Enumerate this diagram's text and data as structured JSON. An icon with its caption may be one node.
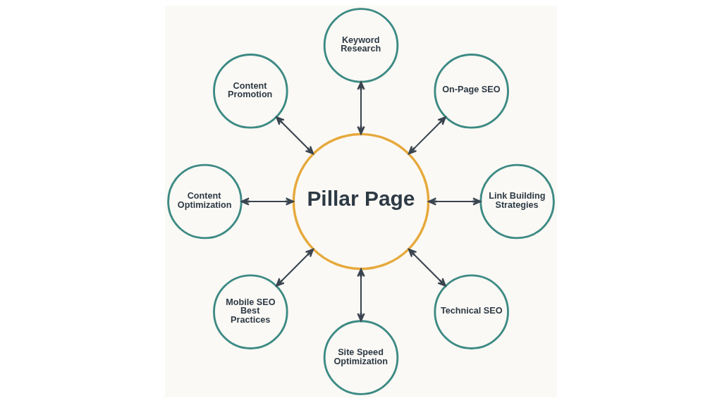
{
  "diagram": {
    "nodes": [
      {
        "text": [
          "Keyword Research"
        ]
      },
      {
        "text": [
          "Content Promotion"
        ]
      },
      {
        "text": [
          "On-Page SEO"
        ]
      },
      {
        "text": [
          "Content Optimization"
        ]
      },
      {
        "text": [
          "Pillar Page"
        ]
      },
      {
        "text": [
          "Link Building Strategies"
        ]
      },
      {
        "text": [
          "Mobile SEO Best Practices"
        ]
      },
      {
        "text": [
          "Technical SEO"
        ]
      },
      {
        "text": [
          "Site Speed Optimization"
        ]
      }
    ],
    "edges": [
      {
        "from": 4,
        "to": 0,
        "arrow": "both"
      },
      {
        "from": 4,
        "to": 1,
        "arrow": "both"
      },
      {
        "from": 4,
        "to": 3,
        "arrow": "both"
      },
      {
        "from": 4,
        "to": 6,
        "arrow": "both"
      },
      {
        "from": 4,
        "to": 8,
        "arrow": "both"
      },
      {
        "from": 4,
        "to": 7,
        "arrow": "both"
      },
      {
        "from": 4,
        "to": 5,
        "arrow": "both"
      },
      {
        "from": 4,
        "to": 2,
        "arrow": "both"
      }
    ]
  }
}
